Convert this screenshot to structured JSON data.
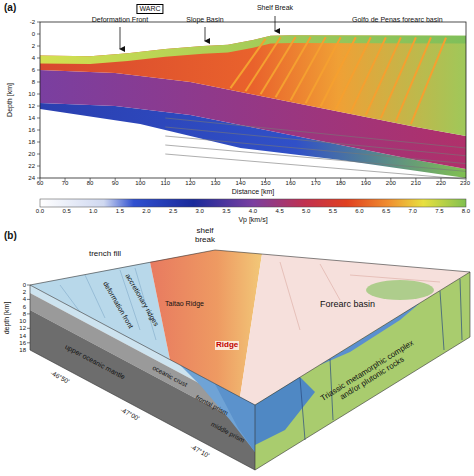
{
  "diagram": {
    "labels": [
      "(a)",
      "Deformation Front",
      "WARC",
      "Slope Basin",
      "Shelf Break",
      "Golfo de Penas forearc basin",
      "Depth [km]",
      "-2",
      "0",
      "2",
      "4",
      "6",
      "8",
      "10",
      "12",
      "14",
      "16",
      "18",
      "20",
      "22",
      "24",
      "Distance [km]",
      "60",
      "70",
      "80",
      "90",
      "100",
      "110",
      "120",
      "130",
      "140",
      "150",
      "160",
      "170",
      "180",
      "190",
      "200",
      "210",
      "220",
      "230",
      "0.0",
      "0.5",
      "1.0",
      "1.5",
      "2.0",
      "2.5",
      "3.0",
      "3.5",
      "4.0",
      "4.5",
      "5.0",
      "5.5",
      "6.0",
      "6.5",
      "7.0",
      "7.5",
      "8.0",
      "Vp [km/s]",
      "(b)",
      "shelf break",
      "trench fill",
      "deformation front",
      "accretionary ridges",
      "Taitao Ridge",
      "Ridge",
      "Forearc basin",
      "Triassic metamorphic complex and/or plutonic rocks",
      "upper oceanic mantle",
      "oceanic crust",
      "frontal prism",
      "middle prism",
      "depth [km]",
      "0",
      "2",
      "4",
      "6",
      "8",
      "10",
      "12",
      "14",
      "16",
      "18",
      "-46°50'",
      "-47°00'",
      "-47°10'"
    ]
  }
}
